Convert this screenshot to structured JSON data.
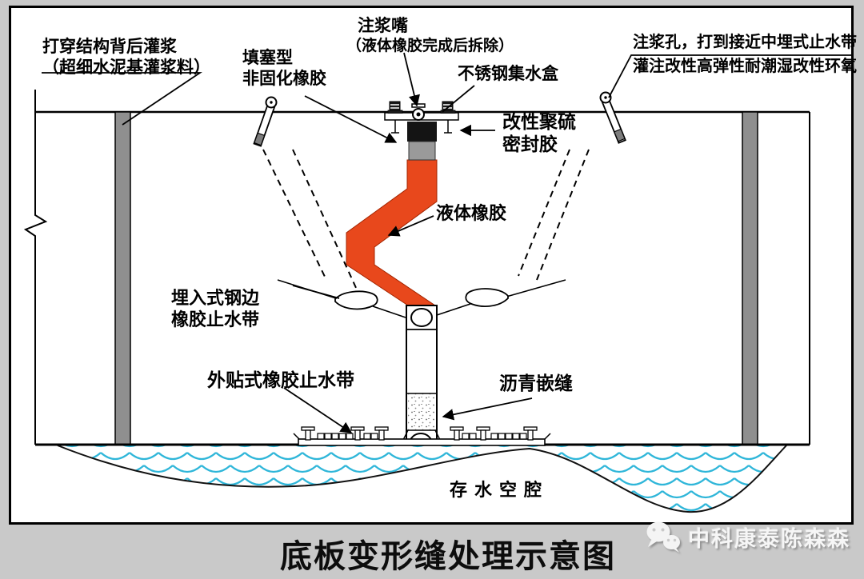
{
  "page": {
    "background_color": "#c9c9c9",
    "panel_background": "#ffffff",
    "panel_border_color": "#000000"
  },
  "colors": {
    "liquid_rubber_red": "#e8481c",
    "noncured_rubber_gray": "#9a9a9a",
    "sealant_black": "#141414",
    "structure_bar_gray": "#8f8f8f",
    "water_wave_cyan": "#2fb6d9",
    "line_black": "#000000"
  },
  "labels": {
    "grout_behind": {
      "line1": "打穿结构背后灌浆",
      "line2": "（超细水泥基灌浆料）"
    },
    "caulk_type": {
      "line1": "填塞型",
      "line2": "非固化橡胶"
    },
    "grout_nozzle": {
      "line1": "注浆嘴",
      "line2": "（液体橡胶完成后拆除）"
    },
    "steel_box": {
      "text": "不锈钢集水盒"
    },
    "grout_hole": {
      "line1": "注浆孔，打到接近中埋式止水带",
      "line2": "灌注改性高弹性耐潮湿改性环氧"
    },
    "sealant": {
      "line1": "改性聚硫",
      "line2": "密封胶"
    },
    "liquid_rubber": {
      "text": "液体橡胶"
    },
    "embedded_waterstop": {
      "line1": "埋入式钢边",
      "line2": "橡胶止水带"
    },
    "external_waterstop": {
      "text": "外贴式橡胶止水带"
    },
    "asphalt_caulk": {
      "text": "沥青嵌缝"
    },
    "water_cavity": {
      "text": "存水空腔"
    }
  },
  "title": {
    "text": "底板变形缝处理示意图"
  },
  "watermark": {
    "icon": "wechat-icon",
    "text": "中科康泰陈森森"
  }
}
